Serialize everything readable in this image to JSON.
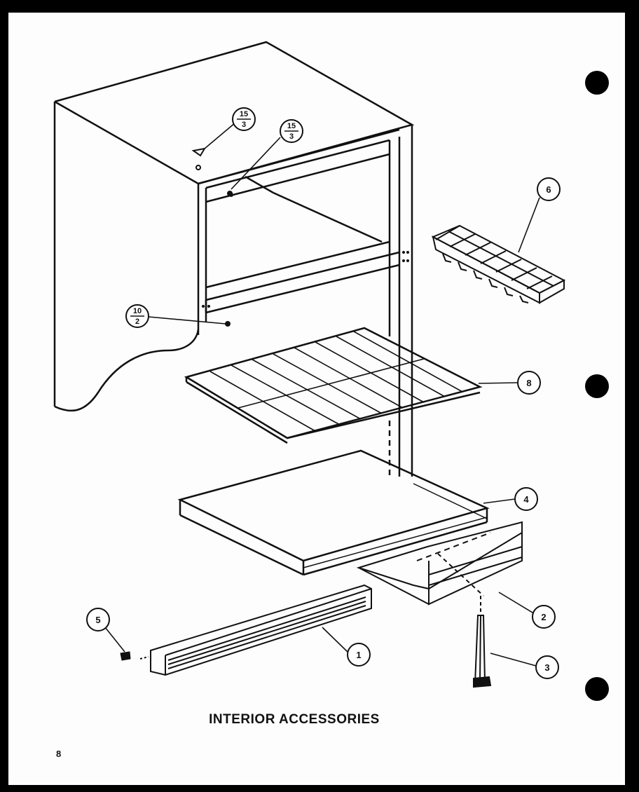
{
  "title": "INTERIOR ACCESSORIES",
  "page_number": "8",
  "callouts": {
    "c1": "1",
    "c2": "2",
    "c3": "3",
    "c4": "4",
    "c5": "5",
    "c6": "6",
    "c8": "8"
  },
  "fractions": {
    "f15a": {
      "top": "15",
      "bottom": "3"
    },
    "f15b": {
      "top": "15",
      "bottom": "3"
    },
    "f10": {
      "top": "10",
      "bottom": "2"
    }
  },
  "colors": {
    "ink": "#111111",
    "paper": "#fdfdfd",
    "border": "#000000"
  }
}
